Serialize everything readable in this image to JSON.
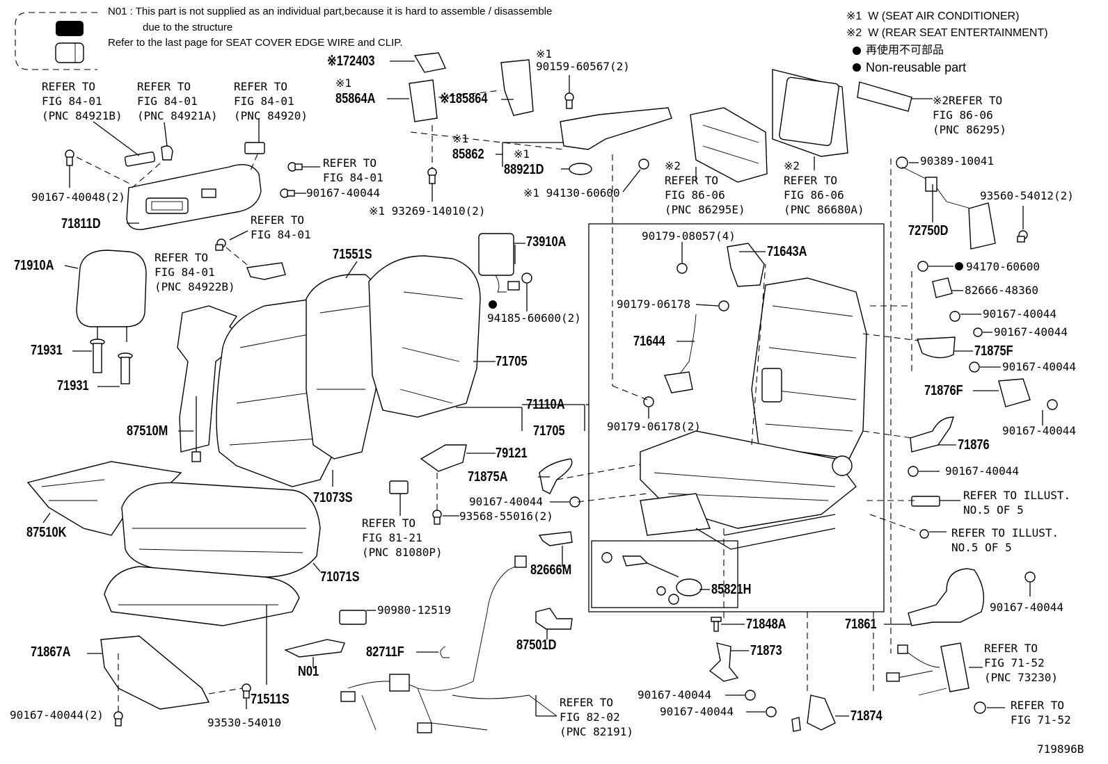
{
  "diagram_id": "719896B",
  "notes": {
    "n01_line1": "N01 : This part is not supplied as an individual part,because it is hard to assemble / disassemble",
    "n01_line2": "due to the structure",
    "clip_ref": "Refer to the last page for SEAT COVER EDGE WIRE and CLIP."
  },
  "legend": {
    "w1": "※1  W (SEAT AIR CONDITIONER)",
    "w2": "※2  W (REAR SEAT ENTERTAINMENT)",
    "nonreuse_jp": "再使用不可部品",
    "nonreuse_en": "Non-reusable part"
  },
  "callouts": {
    "p72403": "※172403",
    "p85864A_mark": "※1",
    "p85864A": "85864A",
    "p85864": "※185864",
    "p90159_mark": "※1",
    "p90159": "90159-60567(2)",
    "p85862_mark": "※1",
    "p85862": "85862",
    "p88921D_mark": "※1",
    "p88921D": "88921D",
    "p94130": "※1 94130-60600",
    "p93269": "※1 93269-14010(2)",
    "p90167_40048": "90167-40048(2)",
    "p71811D": "71811D",
    "p90167_40044_a": "90167-40044",
    "p71910A": "71910A",
    "p71931_a": "71931",
    "p71931_b": "71931",
    "p87510M": "87510M",
    "p87510K": "87510K",
    "p71551S": "71551S",
    "p73910A": "73910A",
    "p94185": "94185-60600(2)",
    "p71705_a": "71705",
    "p71110A": "71110A",
    "p71705_b": "71705",
    "p79121": "79121",
    "p71073S": "71073S",
    "p71875A": "71875A",
    "p90167_40044_b": "90167-40044",
    "p93568": "93568-55016(2)",
    "p71071S": "71071S",
    "p90980": "90980-12519",
    "p82666M": "82666M",
    "p71867A": "71867A",
    "pN01": "N01",
    "p82711F": "82711F",
    "p87501D": "87501D",
    "p90167_40044_2": "90167-40044(2)",
    "p93530": "93530-54010",
    "p71511S": "71511S",
    "p90179_08057": "90179-08057(4)",
    "p71643A": "71643A",
    "p90179_06178": "90179-06178",
    "p71644": "71644",
    "p90179_06178_2": "90179-06178(2)",
    "p85821H": "85821H",
    "p71848A": "71848A",
    "p71873": "71873",
    "p90167_40044_c": "90167-40044",
    "p90167_40044_d": "90167-40044",
    "p71874": "71874",
    "p90389": "90389-10041",
    "p93560": "93560-54012(2)",
    "p72750D": "72750D",
    "p94170": "94170-60600",
    "p82666_48360": "82666-48360",
    "p90167_40044_e": "90167-40044",
    "p90167_40044_f": "90167-40044",
    "p71875F": "71875F",
    "p90167_40044_g": "90167-40044",
    "p71876F": "71876F",
    "p90167_40044_h": "90167-40044",
    "p71876": "71876",
    "p90167_40044_i": "90167-40044",
    "p71861": "71861",
    "p90167_40044_j": "90167-40044"
  },
  "refs": {
    "r84921B": "REFER TO\nFIG 84-01\n(PNC 84921B)",
    "r84921A": "REFER TO\nFIG 84-01\n(PNC 84921A)",
    "r84920": "REFER TO\nFIG 84-01\n(PNC 84920)",
    "r8401_a": "REFER TO\nFIG 84-01",
    "r8401_b": "REFER TO\nFIG 84-01",
    "r84922B": "REFER TO\nFIG 84-01\n(PNC 84922B)",
    "r86295E": "※2\nREFER TO\nFIG 86-06\n(PNC 86295E)",
    "r86680A": "※2\nREFER TO\nFIG 86-06\n(PNC 86680A)",
    "r86295": "※2REFER TO\nFIG 86-06\n(PNC 86295)",
    "r81080P": "REFER TO\nFIG 81-21\n(PNC 81080P)",
    "r82191": "REFER TO\nFIG 82-02\n(PNC 82191)",
    "r73230": "REFER TO\nFIG 71-52\n(PNC 73230)",
    "r7152": "REFER TO\nFIG 71-52",
    "illust_a": "REFER TO ILLUST.\nNO.5 OF 5",
    "illust_b": "REFER TO ILLUST.\nNO.5 OF 5"
  }
}
